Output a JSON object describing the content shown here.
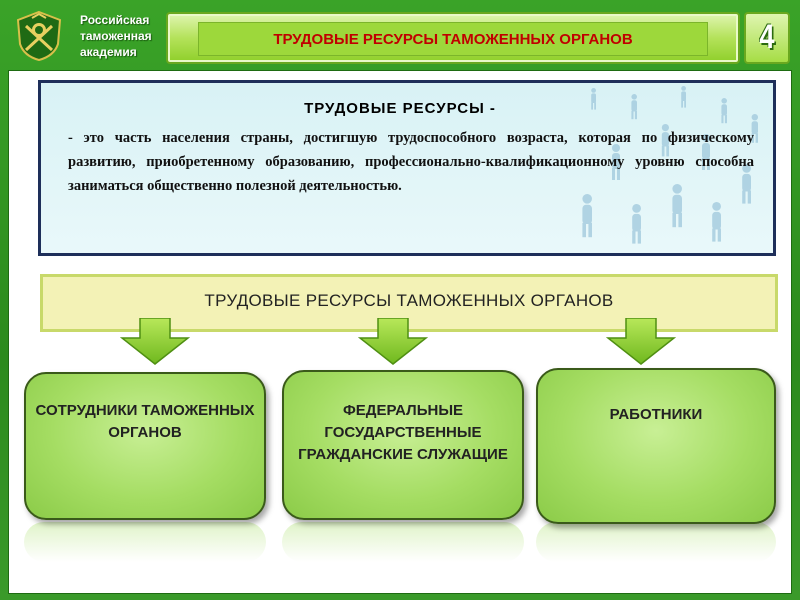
{
  "header": {
    "academy_lines": [
      "Российская",
      "таможенная",
      "академия"
    ],
    "title": "ТРУДОВЫЕ РЕСУРСЫ ТАМОЖЕННЫХ ОРГАНОВ",
    "slide_number": "4"
  },
  "definition": {
    "title": "ТРУДОВЫЕ РЕСУРСЫ -",
    "text": "- это часть населения страны, достигшую трудоспособного возраста, которая по физическому развитию, приобретенному образованию, профессионально-квалификационному уровню способна заниматься общественно полезной деятельностью."
  },
  "banner": {
    "label": "ТРУДОВЫЕ РЕСУРСЫ ТАМОЖЕННЫХ ОРГАНОВ"
  },
  "categories": [
    {
      "label": "СОТРУДНИКИ ТАМОЖЕННЫХ ОРГАНОВ"
    },
    {
      "label": "ФЕДЕРАЛЬНЫЕ ГОСУДАРСТВЕННЫЕ ГРАЖДАНСКИЕ СЛУЖАЩИЕ"
    },
    {
      "label": "РАБОТНИКИ"
    }
  ],
  "colors": {
    "frame": "#2f8f1f",
    "title_text": "#c00000",
    "box_fill": "#a5dd63",
    "banner_fill": "#f3f2b6",
    "definition_border": "#1e2f5a"
  }
}
